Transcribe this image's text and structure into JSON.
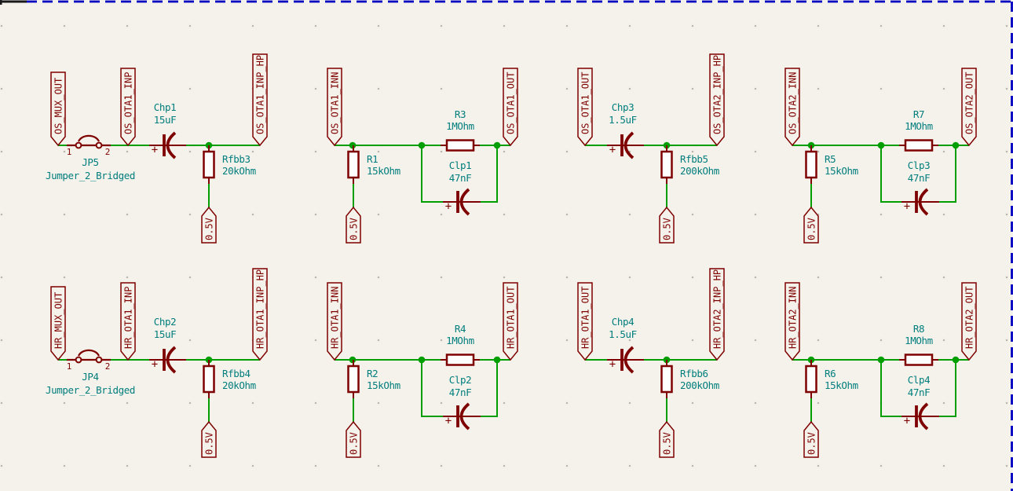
{
  "canvas": {
    "background": "#F4F2EA",
    "grid_dot_color": "#B9B6AB",
    "sheet_border_color": "#0000C2",
    "sheet_border_style": "dashed",
    "corner_segment_color": "#1A1A1A"
  },
  "palette": {
    "wire": "#009E00",
    "junction": "#009E00",
    "symbol_outline": "#7F0000",
    "net_label_text": "#7F0000",
    "field_text": "#007D7D",
    "symbol_fill": "#FFFFFF"
  },
  "symbols": {
    "plus": "+"
  },
  "blocks": [
    {
      "id": "os-input-coupling",
      "left_label": "OS_MUX_OUT",
      "mid_label": "OS_OTA1_INP",
      "right_label": "OS_OTA1_INP_HP",
      "power_label": "0.5V",
      "jumper": {
        "ref": "JP5",
        "value": "Jumper_2_Bridged",
        "pin1": "1",
        "pin2": "2"
      },
      "cap": {
        "ref": "Chp1",
        "value": "15uF"
      },
      "res": {
        "ref": "Rfbb3",
        "value": "20kOhm"
      }
    },
    {
      "id": "os-ota1-feedback",
      "left_label": "OS_OTA1_INN",
      "right_label": "OS_OTA1_OUT",
      "power_label": "0.5V",
      "res_shunt": {
        "ref": "R1",
        "value": "15kOhm"
      },
      "res_series": {
        "ref": "R3",
        "value": "1MOhm"
      },
      "cap": {
        "ref": "Clp1",
        "value": "47nF"
      }
    },
    {
      "id": "os-interstage-coupling",
      "left_label": "OS_OTA1_OUT",
      "right_label": "OS_OTA2_INP_HP",
      "power_label": "0.5V",
      "cap": {
        "ref": "Chp3",
        "value": "1.5uF"
      },
      "res": {
        "ref": "Rfbb5",
        "value": "200kOhm"
      }
    },
    {
      "id": "os-ota2-feedback",
      "left_label": "OS_OTA2_INN",
      "right_label": "OS_OTA2_OUT",
      "power_label": "0.5V",
      "res_shunt": {
        "ref": "R5",
        "value": "15kOhm"
      },
      "res_series": {
        "ref": "R7",
        "value": "1MOhm"
      },
      "cap": {
        "ref": "Clp3",
        "value": "47nF"
      }
    },
    {
      "id": "hr-input-coupling",
      "left_label": "HR_MUX_OUT",
      "mid_label": "HR_OTA1_INP",
      "right_label": "HR_OTA1_INP_HP",
      "power_label": "0.5V",
      "jumper": {
        "ref": "JP4",
        "value": "Jumper_2_Bridged",
        "pin1": "1",
        "pin2": "2"
      },
      "cap": {
        "ref": "Chp2",
        "value": "15uF"
      },
      "res": {
        "ref": "Rfbb4",
        "value": "20kOhm"
      }
    },
    {
      "id": "hr-ota1-feedback",
      "left_label": "HR_OTA1_INN",
      "right_label": "HR_OTA1_OUT",
      "power_label": "0.5V",
      "res_shunt": {
        "ref": "R2",
        "value": "15kOhm"
      },
      "res_series": {
        "ref": "R4",
        "value": "1MOhm"
      },
      "cap": {
        "ref": "Clp2",
        "value": "47nF"
      }
    },
    {
      "id": "hr-interstage-coupling",
      "left_label": "HR_OTA1_OUT",
      "right_label": "HR_OTA2_INP_HP",
      "power_label": "0.5V",
      "cap": {
        "ref": "Chp4",
        "value": "1.5uF"
      },
      "res": {
        "ref": "Rfbb6",
        "value": "200kOhm"
      }
    },
    {
      "id": "hr-ota2-feedback",
      "left_label": "HR_OTA2_INN",
      "right_label": "HR_OTA2_OUT",
      "power_label": "0.5V",
      "res_shunt": {
        "ref": "R6",
        "value": "15kOhm"
      },
      "res_series": {
        "ref": "R8",
        "value": "1MOhm"
      },
      "cap": {
        "ref": "Clp4",
        "value": "47nF"
      }
    }
  ]
}
